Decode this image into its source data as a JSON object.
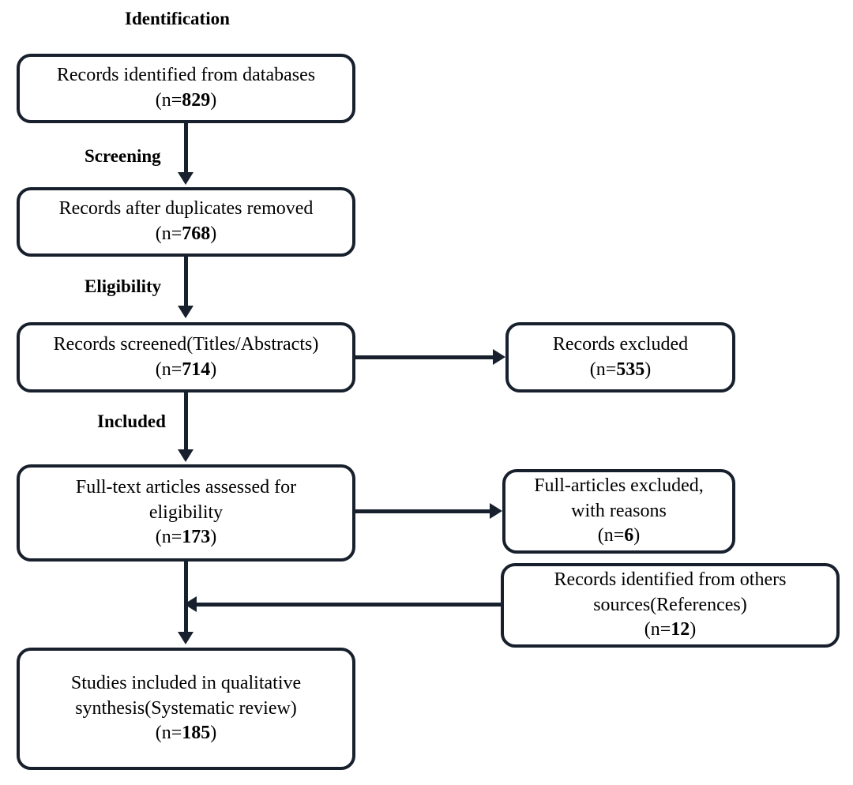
{
  "diagram": {
    "type": "prisma-flow-diagram",
    "border_color": "#17202c",
    "background_color": "#ffffff",
    "text_color": "#000000"
  },
  "stage_labels": [
    {
      "id": "identification",
      "text": "Identification"
    },
    {
      "id": "screening",
      "text": "Screening"
    },
    {
      "id": "eligibility",
      "text": "Eligibility"
    },
    {
      "id": "included",
      "text": "Included"
    }
  ],
  "nodes": {
    "records_identified": {
      "line1": "Records identified from databases",
      "line2_prefix": "(n=",
      "line2_value": "829",
      "line2_suffix": ")"
    },
    "records_after_duplicates": {
      "line1": "Records after duplicates removed",
      "line2_prefix": "(n=",
      "line2_value": "768",
      "line2_suffix": ")"
    },
    "records_screened": {
      "line1": "Records screened(Titles/Abstracts)",
      "line2_prefix": "(n=",
      "line2_value": "714",
      "line2_suffix": ")"
    },
    "records_excluded": {
      "line1": "Records excluded",
      "line2_prefix": "(n=",
      "line2_value": "535",
      "line2_suffix": ")"
    },
    "fulltext_assessed": {
      "line1": "Full-text articles assessed for",
      "line2": "eligibility",
      "line3_prefix": "(n=",
      "line3_value": "173",
      "line3_suffix": ")"
    },
    "fulltext_excluded": {
      "line1": "Full-articles excluded,",
      "line2": "with reasons",
      "line3_prefix": "(n=",
      "line3_value": "6",
      "line3_suffix": ")"
    },
    "other_sources": {
      "line1": "Records identified from others",
      "line2": "sources(References)",
      "line3_prefix": "(n=",
      "line3_value": "12",
      "line3_suffix": ")"
    },
    "studies_included": {
      "line1": "Studies included in qualitative",
      "line2": "synthesis(Systematic review)",
      "line3_prefix": "(n=",
      "line3_value": "185",
      "line3_suffix": ")"
    }
  }
}
